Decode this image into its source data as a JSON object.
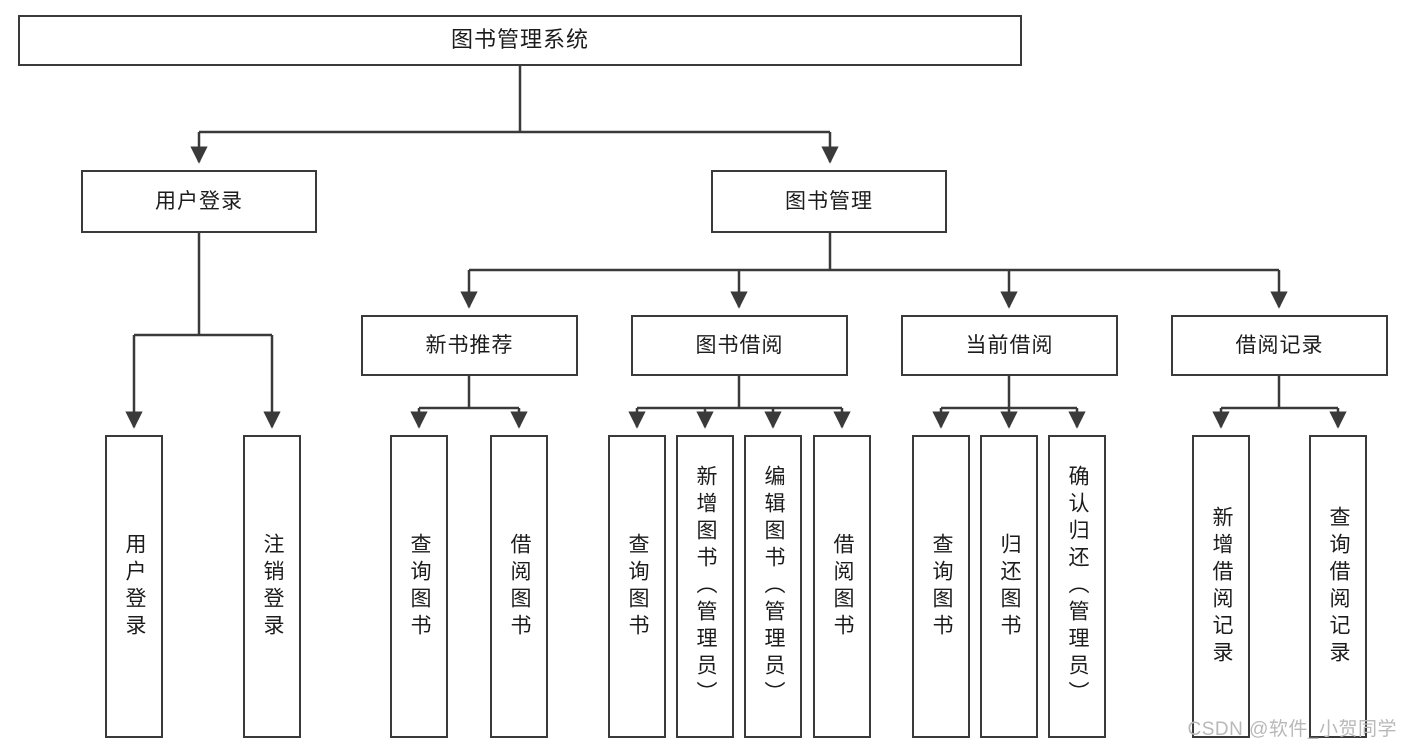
{
  "diagram": {
    "title": "图书管理系统",
    "type": "tree",
    "watermark": "CSDN @软件_小贺同学",
    "colors": {
      "stroke": "#3a3a3a",
      "fill": "#ffffff",
      "text": "#1c1c1c",
      "watermark": "#b9b9b9"
    }
  },
  "nodes": {
    "root": {
      "label": "图书管理系统",
      "level": 1,
      "orientation": "horizontal"
    },
    "level2": [
      {
        "id": "user-login",
        "label": "用户登录"
      },
      {
        "id": "book-manage",
        "label": "图书管理"
      }
    ],
    "level3": [
      {
        "id": "new-book-recommend",
        "label": "新书推荐"
      },
      {
        "id": "book-borrow",
        "label": "图书借阅"
      },
      {
        "id": "current-borrow",
        "label": "当前借阅"
      },
      {
        "id": "borrow-record",
        "label": "借阅记录"
      }
    ],
    "leaves": {
      "user-login": [
        {
          "id": "leaf-user-login",
          "label": "用户登录"
        },
        {
          "id": "leaf-logout-login",
          "label": "注销登录"
        }
      ],
      "new-book-recommend": [
        {
          "id": "leaf-query-book-1",
          "label": "查询图书"
        },
        {
          "id": "leaf-borrow-book-1",
          "label": "借阅图书"
        }
      ],
      "book-borrow": [
        {
          "id": "leaf-query-book-2",
          "label": "查询图书"
        },
        {
          "id": "leaf-add-book",
          "label": "新增图书（管理员）"
        },
        {
          "id": "leaf-edit-book",
          "label": "编辑图书（管理员）"
        },
        {
          "id": "leaf-borrow-book-2",
          "label": "借阅图书"
        }
      ],
      "current-borrow": [
        {
          "id": "leaf-query-book-3",
          "label": "查询图书"
        },
        {
          "id": "leaf-return-book",
          "label": "归还图书"
        },
        {
          "id": "leaf-confirm-return",
          "label": "确认归还（管理员）"
        }
      ],
      "borrow-record": [
        {
          "id": "leaf-add-record",
          "label": "新增借阅记录"
        },
        {
          "id": "leaf-query-record",
          "label": "查询借阅记录"
        }
      ]
    }
  }
}
